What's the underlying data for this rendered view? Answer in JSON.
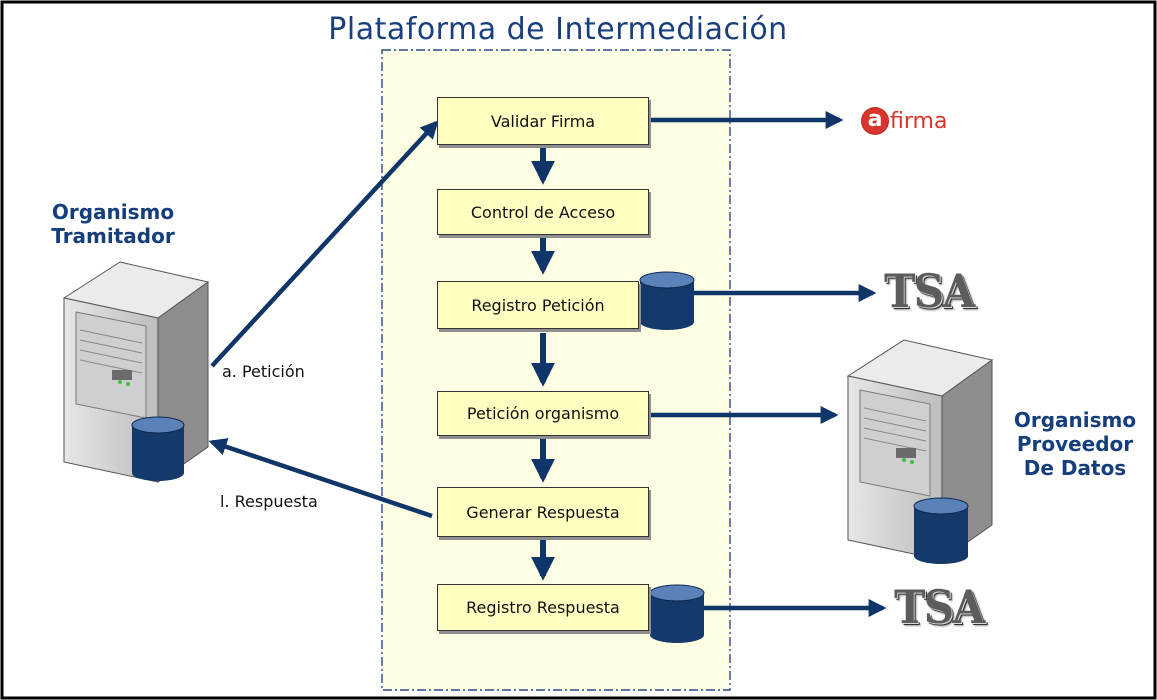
{
  "title": "Plataforma de Intermediación",
  "left_entity": {
    "line1": "Organismo",
    "line2": "Tramitador"
  },
  "right_entity": {
    "line1": "Organismo",
    "line2": "Proveedor",
    "line3": "De Datos"
  },
  "steps": [
    "Validar Firma",
    "Control de Acceso",
    "Registro Petición",
    "Petición organismo",
    "Generar Respuesta",
    "Registro Respuesta"
  ],
  "labels": {
    "request": "a. Petición",
    "response": "l. Respuesta"
  },
  "external": {
    "afirma_letter": "a",
    "afirma_text": "firma",
    "tsa_1": "TSA",
    "tsa_2": "TSA"
  },
  "colors": {
    "arrow": "#0f3569",
    "step_fill": "#ffffc2",
    "platform_fill": "#fdfde3",
    "title": "#1a3f7e",
    "afirma": "#d9342b"
  }
}
